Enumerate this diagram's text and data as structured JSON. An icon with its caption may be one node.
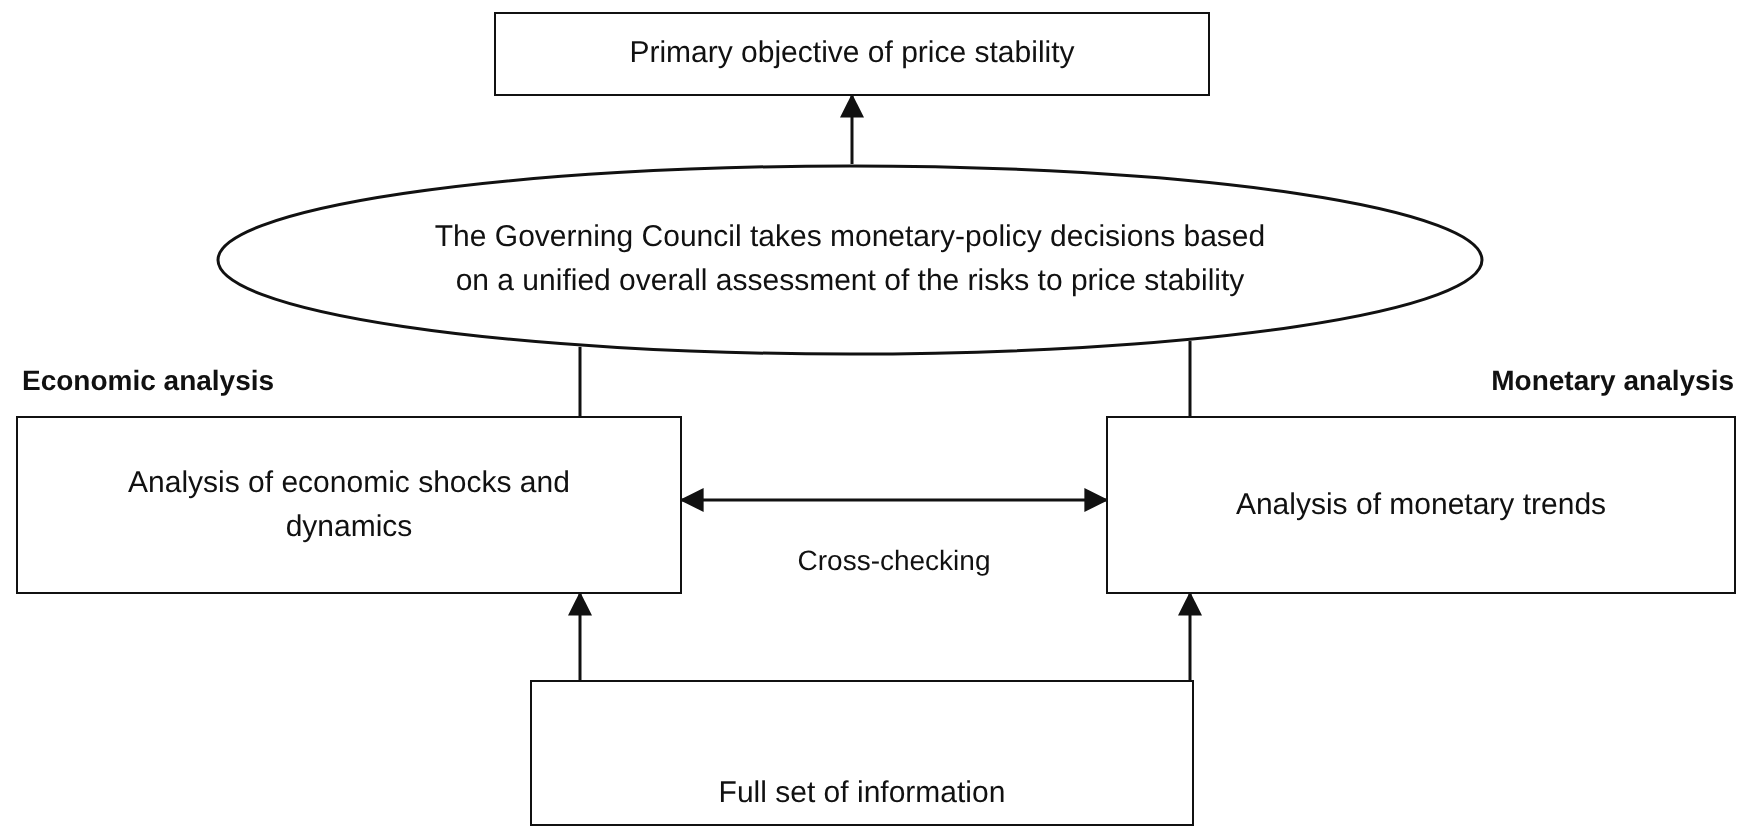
{
  "diagram": {
    "nodes": [
      {
        "text": [
          "Primary objective of price stability"
        ]
      },
      {
        "text": [
          "The Governing Council takes monetary-policy decisions based on a unified overall assessment of the risks to price stability"
        ]
      },
      {
        "text": [
          "Economic analysis",
          "Analysis of economic shocks and dynamics"
        ]
      },
      {
        "text": [
          "Monetary analysis",
          "Analysis of monetary trends"
        ]
      },
      {
        "text": [
          "Full set of information"
        ]
      }
    ],
    "edges": [
      {
        "from": 1,
        "to": 0,
        "arrow": "to"
      },
      {
        "from": 2,
        "to": 1,
        "arrow": "none"
      },
      {
        "from": 3,
        "to": 1,
        "arrow": "none"
      },
      {
        "from": 2,
        "to": 3,
        "arrow": "both",
        "label": "Cross-checking"
      },
      {
        "from": 4,
        "to": 2,
        "arrow": "to"
      },
      {
        "from": 4,
        "to": 3,
        "arrow": "to"
      }
    ]
  }
}
